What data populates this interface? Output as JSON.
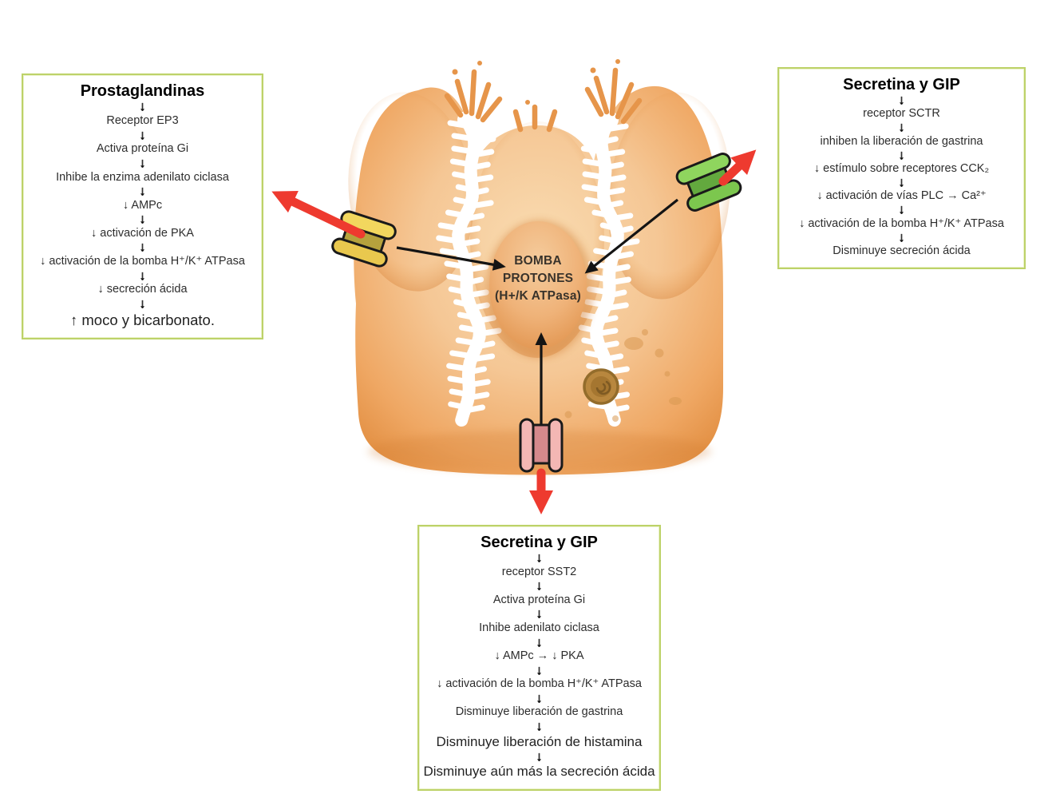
{
  "glyphs": {
    "down_bold": "↓"
  },
  "panels": {
    "left": {
      "title": "Prostaglandinas",
      "steps": [
        "Receptor EP3",
        "Activa proteína Gi",
        "Inhibe la enzima adenilato ciclasa",
        "↓ AMPc",
        "↓ activación de PKA",
        "↓ activación de la bomba H⁺/K⁺ ATPasa",
        "↓ secreción ácida",
        "↑ moco y bicarbonato."
      ]
    },
    "right": {
      "title": "Secretina y GIP",
      "steps": [
        "receptor SCTR",
        "inhiben la liberación de gastrina",
        "↓ estímulo sobre receptores CCK₂",
        "↓ activación de vías PLC → Ca²⁺",
        "↓ activación de la bomba H⁺/K⁺ ATPasa",
        "Disminuye secreción ácida"
      ]
    },
    "bottom": {
      "title": "Secretina y GIP",
      "steps": [
        "receptor SST2",
        "Activa proteína Gi",
        "Inhibe adenilato ciclasa",
        "↓ AMPc → ↓ PKA",
        "↓ activación de la bomba H⁺/K⁺ ATPasa",
        "Disminuye liberación de gastrina",
        "Disminuye liberación de histamina",
        "Disminuye aún más la secreción ácida"
      ]
    }
  },
  "cell": {
    "pump_label": {
      "line1": "BOMBA",
      "line2": "PROTONES",
      "line3": "(H+/K ATPasa)"
    }
  },
  "colors": {
    "panel_border": "#bdd269",
    "red_arrow": "#ee3a2f",
    "black_arrow": "#141414",
    "receptor_yellow": "#f2d75e",
    "receptor_green": "#8fd55e",
    "receptor_pink": "#f3b7b4",
    "cell_orange": "#f5c795"
  }
}
